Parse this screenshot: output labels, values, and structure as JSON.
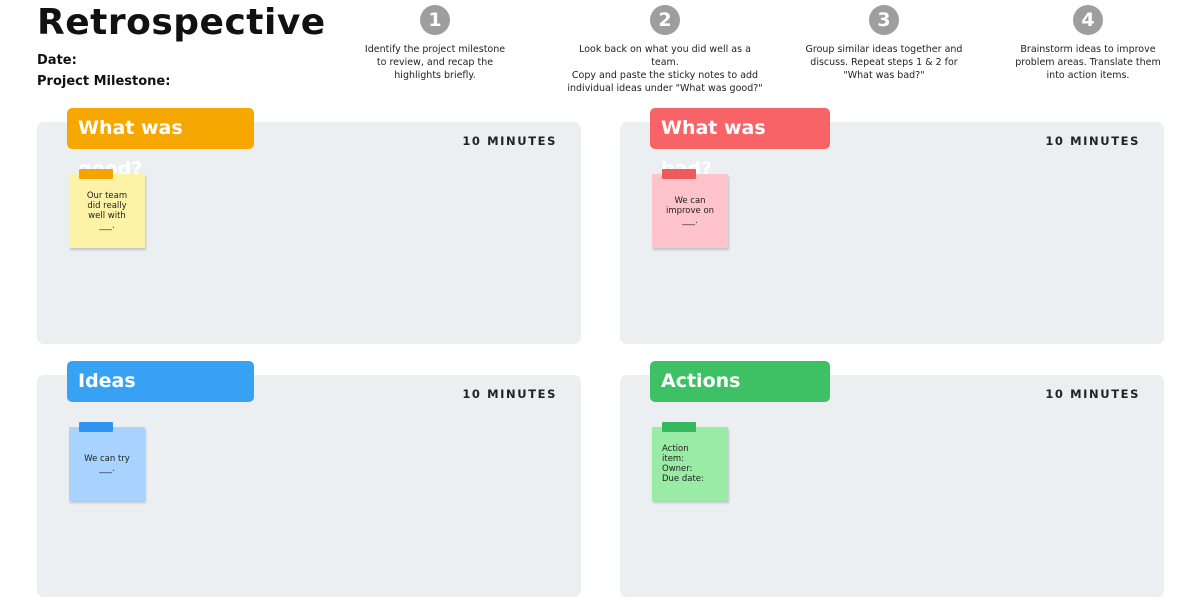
{
  "header": {
    "title": "Retrospective",
    "date_label": "Date:",
    "milestone_label": "Project Milestone:"
  },
  "steps": [
    {
      "number": "1",
      "text": "Identify the project milestone\nto review, and recap the\nhighlights briefly."
    },
    {
      "number": "2",
      "text": "Look back on what you did well as a team.\nCopy and paste the sticky notes to add\nindividual ideas under \"What was good?\""
    },
    {
      "number": "3",
      "text": "Group similar ideas together and\ndiscuss. Repeat steps 1 & 2 for\n\"What was bad?\""
    },
    {
      "number": "4",
      "text": "Brainstorm ideas to improve\nproblem areas. Translate them\ninto action items."
    }
  ],
  "panels": [
    {
      "label": "What was good?",
      "minutes": "10 MINUTES",
      "note": "Our team\ndid really\nwell with\n___.",
      "label_color": "#f7a800",
      "note_color": "#fdf3a6",
      "tape_color": "#f5a300"
    },
    {
      "label": "What was bad?",
      "minutes": "10 MINUTES",
      "note": "We can\nimprove on\n___.",
      "label_color": "#f86367",
      "note_color": "#ffc3cb",
      "tape_color": "#ef5a5d"
    },
    {
      "label": "Ideas",
      "minutes": "10 MINUTES",
      "note": "We can try\n___.",
      "label_color": "#37a1f3",
      "note_color": "#a8d3ff",
      "tape_color": "#2f93ef"
    },
    {
      "label": "Actions",
      "minutes": "10 MINUTES",
      "note": "Action\nitem:\nOwner:\nDue date:",
      "label_color": "#3dc164",
      "note_color": "#99eba6",
      "tape_color": "#35b85d"
    }
  ]
}
